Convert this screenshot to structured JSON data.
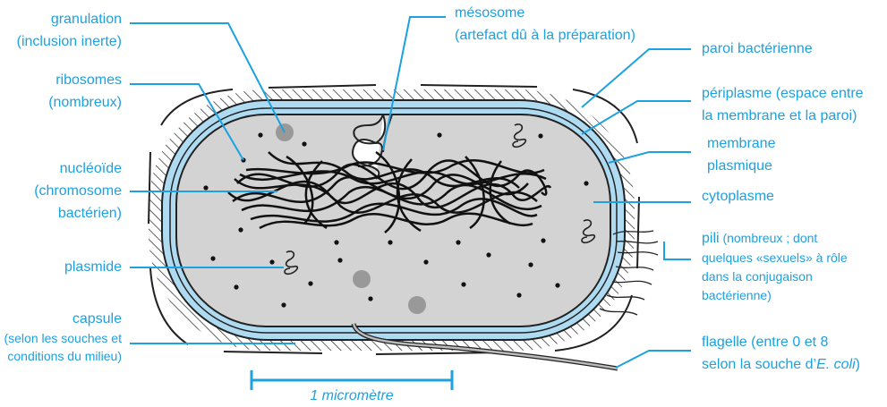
{
  "colors": {
    "label": "#1da1e0",
    "line": "#1da1e0",
    "cell_wall_fill": "#aedbf2",
    "cytoplasm": "#d3d3d3",
    "granule": "#999999",
    "outline": "#222222"
  },
  "labels": {
    "granulation": {
      "line1": "granulation",
      "line2": "(inclusion inerte)"
    },
    "ribosomes": {
      "line1": "ribosomes",
      "line2": "(nombreux)"
    },
    "nucleoide": {
      "line1": "nucléoïde",
      "line2": "(chromosome",
      "line3": "bactérien)"
    },
    "plasmide": {
      "line1": "plasmide"
    },
    "capsule": {
      "line1": "capsule",
      "line2": "(selon les souches et",
      "line3": "conditions du milieu)"
    },
    "mesosome": {
      "line1": "mésosome",
      "line2": "(artefact dû à la préparation)"
    },
    "paroi": {
      "line1": "paroi bactérienne"
    },
    "periplasme": {
      "line1": "périplasme (espace entre",
      "line2": "la membrane et la paroi)"
    },
    "membrane": {
      "line1": "membrane",
      "line2": "plasmique"
    },
    "cytoplasme": {
      "line1": "cytoplasme"
    },
    "pili": {
      "line1_main": "pili",
      "line1_rest": " (nombreux ; dont",
      "line2": "quelques «sexuels» à rôle",
      "line3": "dans la conjugaison",
      "line4": "bactérienne)"
    },
    "flagelle": {
      "line1": "flagelle (entre 0 et 8",
      "line2_a": "selon la souche d’",
      "line2_b": "E. coli",
      "line2_c": ")"
    }
  },
  "scale_bar": {
    "label": "1 micromètre"
  }
}
